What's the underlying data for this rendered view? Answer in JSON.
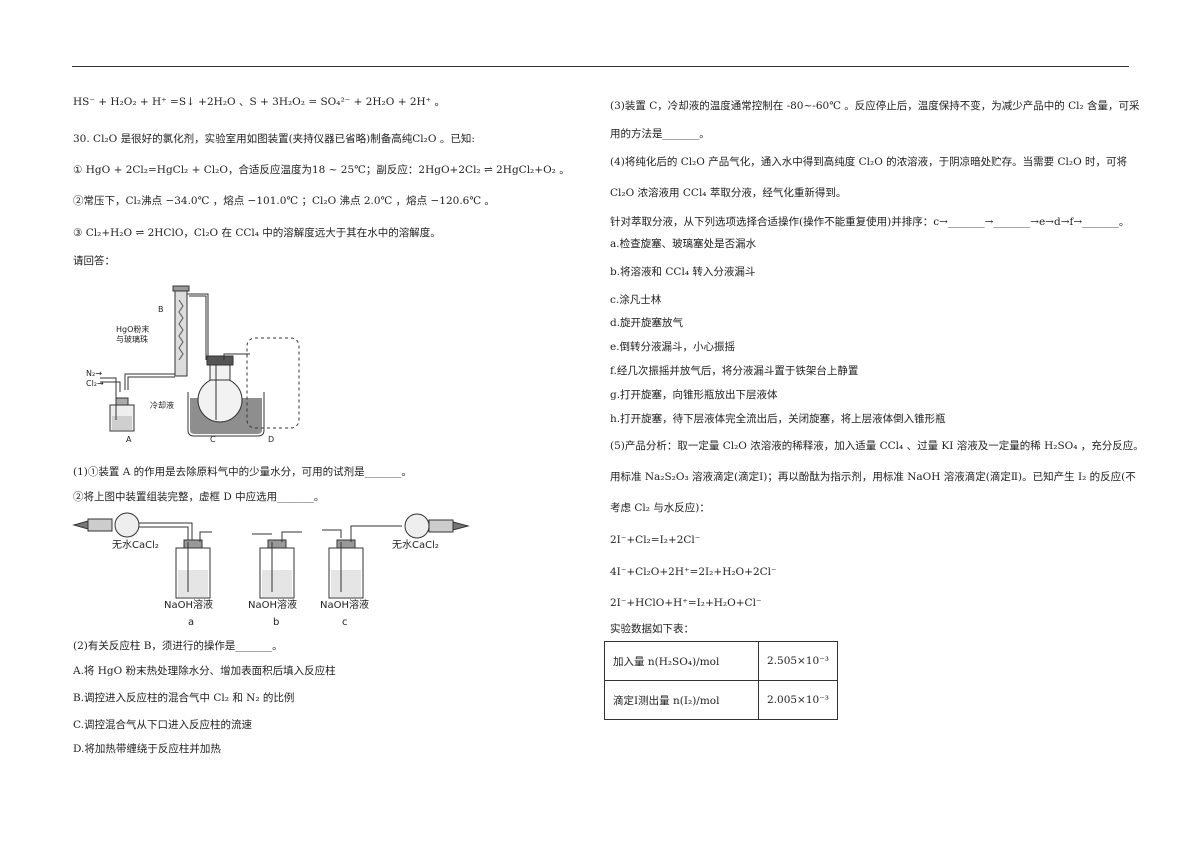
{
  "left": {
    "l1": "HS⁻ + H₂O₂ + H⁺ =S↓ +2H₂O 、S + 3H₂O₂ = SO₄²⁻ + 2H₂O + 2H⁺ 。",
    "l2": "30.  Cl₂O 是很好的氯化剂，实验室用如图装置(夹持仪器已省略)制备高纯Cl₂O 。已知:",
    "l3": "① HgO + 2Cl₂=HgCl₂ + Cl₂O，合适反应温度为18 ~ 25℃；副反应：2HgO+2Cl₂ ⇌ 2HgCl₂+O₂ 。",
    "l4": "②常压下，Cl₂沸点 −34.0℃ ，熔点 −101.0℃ ；Cl₂O 沸点 2.0℃ ，熔点 −120.6℃ 。",
    "l5": "③ Cl₂+H₂O ⇌  2HClO，Cl₂O 在 CCl₄ 中的溶解度远大于其在水中的溶解度。",
    "l6": "请回答：",
    "q1a": "(1)①装置 A 的作用是去除原料气中的少量水分，可用的试剂是_______。",
    "q1b": "②将上图中装置组装完整，虚框 D 中应选用_______。",
    "q2": "(2)有关反应柱 B，须进行的操作是_______。",
    "optA": "A.将 HgO 粉末热处理除水分、增加表面积后填入反应柱",
    "optB": "B.调控进入反应柱的混合气中 Cl₂ 和 N₂ 的比例",
    "optC": "C.调控混合气从下口进入反应柱的流速",
    "optD": "D.将加热带缠绕于反应柱并加热"
  },
  "figure1": {
    "label_B": "B",
    "hgo_line1": "HgO粉末",
    "hgo_line2": "与玻璃珠",
    "n2": "N₂→",
    "cl2": "Cl₂→",
    "coolant": "冷却液",
    "label_A": "A",
    "label_C": "C",
    "label_D": "D"
  },
  "figure2": {
    "cacl2": "无水CaCl₂",
    "naoh": "NaOH溶液",
    "a": "a",
    "b": "b",
    "c": "c"
  },
  "right": {
    "r1": "(3)装置 C，冷却液的温度通常控制在 -80~-60℃ 。反应停止后，温度保持不变，为减少产品中的 Cl₂ 含量，可采",
    "r2": "用的方法是_______。",
    "r3": "(4)将纯化后的 Cl₂O 产品气化，通入水中得到高纯度 Cl₂O 的浓溶液，于阴凉暗处贮存。当需要 Cl₂O 时，可将",
    "r4": "Cl₂O 浓溶液用 CCl₄ 萃取分液，经气化重新得到。",
    "r5": "针对萃取分液，从下列选项选择合适操作(操作不能重复使用)并排序：c→_______→_______→e→d→f→_______。",
    "ra": "a.检查旋塞、玻璃塞处是否漏水",
    "rb": "b.将溶液和 CCl₄ 转入分液漏斗",
    "rc": "c.涂凡士林",
    "rd": "d.旋开旋塞放气",
    "re": "e.倒转分液漏斗，小心振摇",
    "rf": "f.经几次振摇并放气后，将分液漏斗置于铁架台上静置",
    "rg": "g.打开旋塞，向锥形瓶放出下层液体",
    "rh": "h.打开旋塞，待下层液体完全流出后，关闭旋塞，将上层液体倒入锥形瓶",
    "r6": "(5)产品分析：取一定量 Cl₂O 浓溶液的稀释液，加入适量 CCl₄ 、过量 KI 溶液及一定量的稀 H₂SO₄ ，充分反应。",
    "r7": "用标准 Na₂S₂O₃ 溶液滴定(滴定Ⅰ)；再以酚酞为指示剂，用标准 NaOH 溶液滴定(滴定Ⅱ)。已知产生 I₂ 的反应(不",
    "r8": "考虑 Cl₂ 与水反应)：",
    "eq1": "2I⁻+Cl₂=I₂+2Cl⁻",
    "eq2": "4I⁻+Cl₂O+2H⁺=2I₂+H₂O+2Cl⁻",
    "eq3": "2I⁻+HClO+H⁺=I₂+H₂O+Cl⁻",
    "r9": "实验数据如下表："
  },
  "table": {
    "rows": [
      {
        "label": "加入量 n(H₂SO₄)/mol",
        "value": "2.505×10⁻³"
      },
      {
        "label": "滴定Ⅰ测出量 n(I₂)/mol",
        "value": "2.005×10⁻³"
      }
    ]
  }
}
